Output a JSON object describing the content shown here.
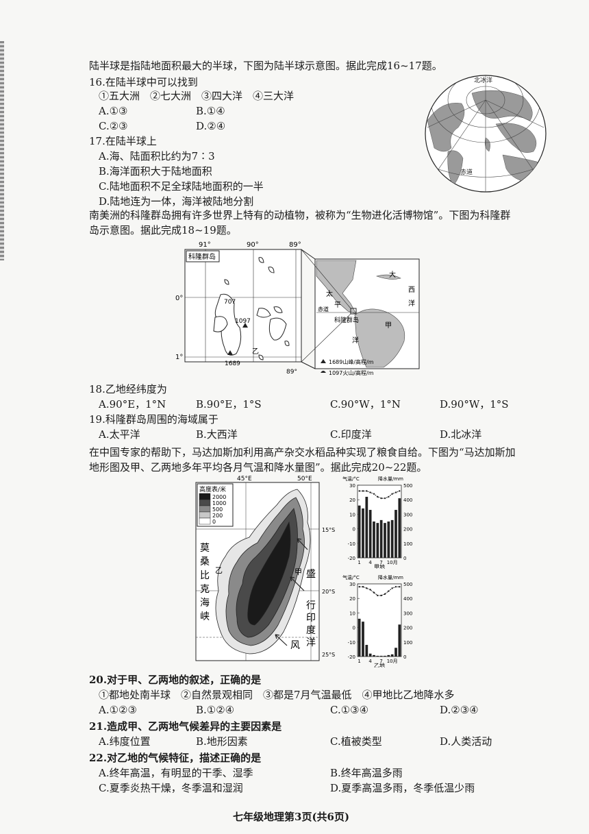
{
  "intro1": "陆半球是指陆地面积最大的半球，下图为陆半球示意图。据此完成16~17题。",
  "q16": {
    "stem": "16.在陆半球中可以找到",
    "items": "①五大洲　②七大洲　③四大洋　④三大洋",
    "a": "A.①③",
    "b": "B.①④",
    "c": "C.②③",
    "d": "D.②④"
  },
  "q17": {
    "stem": "17.在陆半球上",
    "a": "A.海、陆面积比约为7∶3",
    "b": "B.海洋面积大于陆地面积",
    "c": "C.陆地面积不足全球陆地面积的一半",
    "d": "D.陆地连为一体，海洋被陆地分割"
  },
  "globe": {
    "label_top": "北冰洋",
    "label_bottom": "赤道"
  },
  "intro2_l1": "南美洲的科隆群岛拥有许多世界上特有的动植物，被称为“生物进化活博物馆”。下图为科隆群",
  "intro2_l2": "岛示意图。据此完成18~19题。",
  "map1": {
    "title": "科隆群岛",
    "lon1": "91°",
    "lon2": "90°",
    "lon3": "89°",
    "lat0": "0°",
    "lat1": "1°",
    "p707": "707",
    "p1097": "1097",
    "p1689": "1689",
    "yi": "乙",
    "n89": "89°",
    "da": "大",
    "xi": "西",
    "yang1": "洋",
    "tai": "太",
    "ping": "平",
    "yang2": "洋",
    "jia": "甲",
    "chidao": "赤道",
    "kelong": "科隆群岛",
    "legend1": "1689山峰/高程/m",
    "legend2": "1097火山/高程/m"
  },
  "q18": {
    "stem": "18.乙地经纬度为",
    "a": "A.90°E，1°N",
    "b": "B.90°E，1°S",
    "c": "C.90°W，1°N",
    "d": "D.90°W，1°S"
  },
  "q19": {
    "stem": "19.科隆群岛周围的海域属于",
    "a": "A.太平洋",
    "b": "B.大西洋",
    "c": "C.印度洋",
    "d": "D.北冰洋"
  },
  "intro3_l1": "在中国专家的帮助下，马达加斯加利用高产杂交水稻品种实现了粮食自给。下图为“马达加斯加",
  "intro3_l2": "地形图及甲、乙两地多年平均各月气温和降水量图”。据此完成20~22题。",
  "map2": {
    "legend_title": "高度表/米",
    "levels": [
      "2000",
      "1000",
      "500",
      "200",
      "0"
    ],
    "lon45": "45°E",
    "lon50": "50°E",
    "lat15": "15°S",
    "lat20": "20°S",
    "lat25": "25°S",
    "mozambique": [
      "莫",
      "桑",
      "比",
      "克",
      "海",
      "峡"
    ],
    "indian": [
      "印",
      "度",
      "洋"
    ],
    "wind": [
      "盛",
      "行",
      "风"
    ],
    "jia": "甲",
    "yi": "乙"
  },
  "chart_data": [
    {
      "type": "bar",
      "title": "甲地",
      "ylabel_left": "气温/°C",
      "ylabel_right": "降水量/mm",
      "x_ticks": [
        "1",
        "4",
        "7",
        "10月"
      ],
      "y_left": [
        -20,
        -10,
        0,
        10,
        20,
        30
      ],
      "y_right": [
        0,
        100,
        200,
        300,
        400,
        500
      ],
      "precip": [
        360,
        340,
        420,
        330,
        250,
        240,
        260,
        240,
        250,
        260,
        330,
        410
      ],
      "temp": [
        26,
        26,
        26,
        25,
        24,
        22,
        21,
        21,
        22,
        24,
        25,
        26
      ]
    },
    {
      "type": "bar",
      "title": "乙地",
      "ylabel_left": "气温/°C",
      "ylabel_right": "降水量/mm",
      "x_ticks": [
        "1",
        "4",
        "7",
        "10月"
      ],
      "y_left": [
        -20,
        -10,
        0,
        10,
        20,
        30
      ],
      "y_right": [
        0,
        100,
        200,
        300,
        400,
        500
      ],
      "precip": [
        260,
        240,
        80,
        20,
        10,
        5,
        5,
        5,
        10,
        15,
        60,
        220
      ],
      "temp": [
        28,
        28,
        27,
        26,
        24,
        22,
        22,
        23,
        25,
        27,
        28,
        28
      ]
    }
  ],
  "q20": {
    "stem": "20.对于甲、乙两地的叙述，正确的是",
    "items": "①都地处南半球　②自然景观相同　③都是7月气温最低　④甲地比乙地降水多",
    "a": "A.①②③",
    "b": "B.①②④",
    "c": "C.①③④",
    "d": "D.②③④"
  },
  "q21": {
    "stem": "21.造成甲、乙两地气候差异的主要因素是",
    "a": "A.纬度位置",
    "b": "B.地形因素",
    "c": "C.植被类型",
    "d": "D.人类活动"
  },
  "q22": {
    "stem": "22.对乙地的气候特征，描述正确的是",
    "a": "A.终年高温，有明显的干季、湿季",
    "b": "B.终年高温多雨",
    "c": "C.夏季炎热干燥，冬季温和湿润",
    "d": "D.夏季高温多雨，冬季低温少雨"
  },
  "footer": "七年级地理第3页(共6页)"
}
